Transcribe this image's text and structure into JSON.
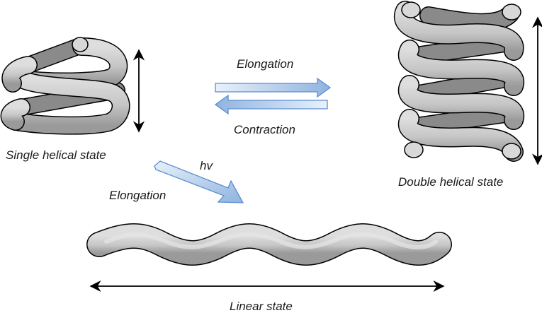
{
  "labels": {
    "single_helical_state": "Single helical state",
    "double_helical_state": "Double helical state",
    "linear_state": "Linear state",
    "elongation_top": "Elongation",
    "contraction": "Contraction",
    "hv": "hv",
    "elongation_diagonal": "Elongation"
  },
  "colors": {
    "tube_fill": "#c8c8c8",
    "tube_shadow": "#8f8f8f",
    "tube_highlight": "#e4e4e4",
    "outline": "#000000",
    "arrow_fill": "#9dbde3",
    "arrow_stroke": "#5b8fd0"
  }
}
